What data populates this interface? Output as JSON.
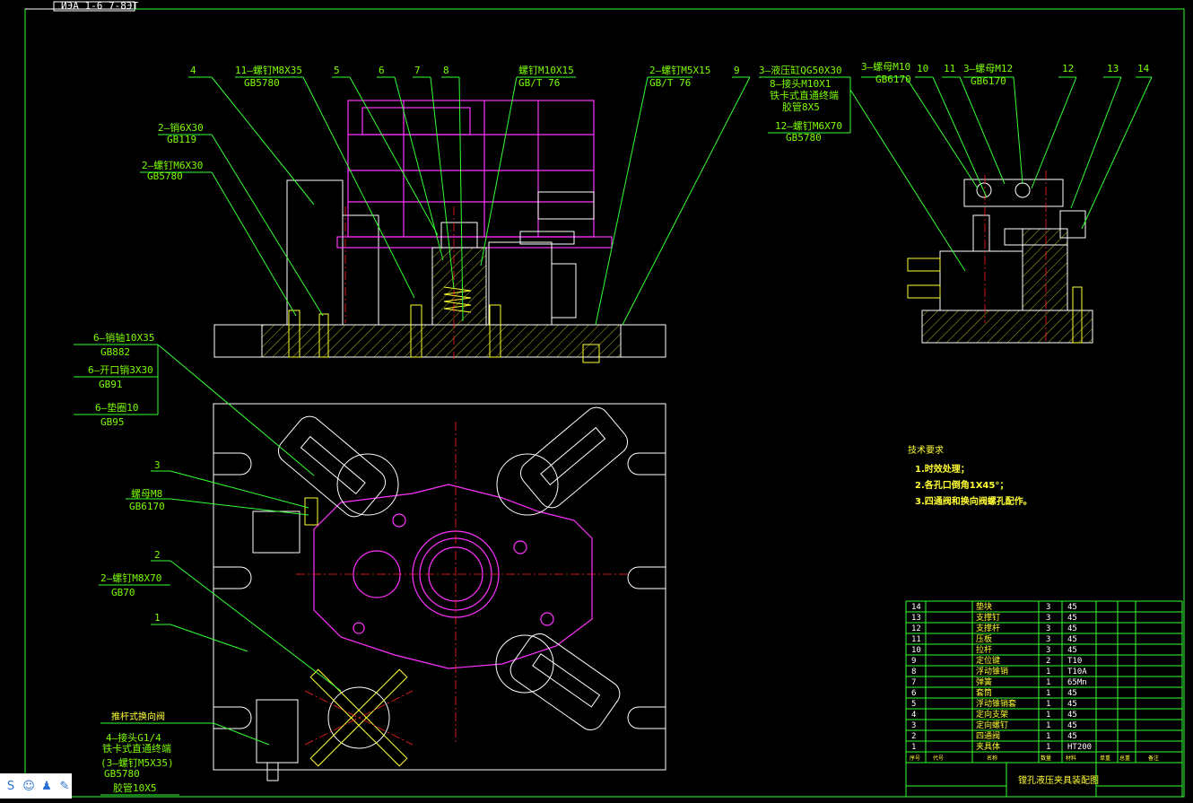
{
  "corner_mark": "ИЭА 1-6 7-8ЭТ",
  "callouts_top": [
    {
      "num": "4"
    },
    {
      "num": "11—螺钉M8X35",
      "sub": "GB5780"
    },
    {
      "num": "5"
    },
    {
      "num": "6"
    },
    {
      "num": "7"
    },
    {
      "num": "8"
    },
    {
      "num": "螺钉M10X15",
      "sub": "GB/T 76"
    },
    {
      "num": "2—螺钉M5X15",
      "sub": "GB/T 76"
    },
    {
      "num": "9"
    },
    {
      "num": "3—液压缸QG50X30"
    }
  ],
  "callouts_left_top": [
    {
      "num": "2—销6X30",
      "sub": "GB119"
    },
    {
      "num": "2—螺钉M6X30",
      "sub": "GB5780"
    }
  ],
  "callouts_cyl": [
    {
      "line": "8—接头M10X1"
    },
    {
      "line": "铁卡式直通终端"
    },
    {
      "line": "胶管8X5"
    },
    {
      "line": "12—螺钉M6X70"
    },
    {
      "line": "GB5780"
    }
  ],
  "callouts_right": [
    {
      "num": "3—螺母M10",
      "sub": "GB6170"
    },
    {
      "num": "10"
    },
    {
      "num": "11"
    },
    {
      "num": "3—螺母M12",
      "sub": "GB6170"
    },
    {
      "num": "12"
    },
    {
      "num": "13"
    },
    {
      "num": "14"
    }
  ],
  "callouts_left_mid": [
    {
      "num": "6—销轴10X35",
      "sub": "GB882"
    },
    {
      "num": "6—开口销3X30",
      "sub": "GB91"
    },
    {
      "num": "6—垫圈10",
      "sub": "GB95"
    },
    {
      "num": "3"
    },
    {
      "num": "螺母M8",
      "sub": "GB6170"
    },
    {
      "num": "2"
    },
    {
      "num": "2—螺钉M8X70",
      "sub": "GB70"
    },
    {
      "num": "1"
    }
  ],
  "callouts_left_bot": [
    {
      "line": "推杆式换向阀"
    },
    {
      "line": "4—接头G1/4"
    },
    {
      "line": "铁卡式直通终端"
    },
    {
      "line": "(3—螺钉M5X35)"
    },
    {
      "line": "GB5780"
    },
    {
      "line": "胶管10X5"
    }
  ],
  "tech_requirements": {
    "title": "技术要求",
    "items": [
      "1.时效处理；",
      "2.各孔口倒角1X45°；",
      "3.四通阀和换向阀螺孔配作。"
    ]
  },
  "bom": [
    {
      "no": "14",
      "name": "垫块",
      "qty": "3",
      "mat": "45"
    },
    {
      "no": "13",
      "name": "支撑钉",
      "qty": "3",
      "mat": "45"
    },
    {
      "no": "12",
      "name": "支撑杆",
      "qty": "3",
      "mat": "45"
    },
    {
      "no": "11",
      "name": "压板",
      "qty": "3",
      "mat": "45"
    },
    {
      "no": "10",
      "name": "拉杆",
      "qty": "3",
      "mat": "45"
    },
    {
      "no": "9",
      "name": "定位键",
      "qty": "2",
      "mat": "T10"
    },
    {
      "no": "8",
      "name": "浮动锥销",
      "qty": "1",
      "mat": "T10A"
    },
    {
      "no": "7",
      "name": "弹簧",
      "qty": "1",
      "mat": "65Mn"
    },
    {
      "no": "6",
      "name": "套筒",
      "qty": "1",
      "mat": "45"
    },
    {
      "no": "5",
      "name": "浮动锥销套",
      "qty": "1",
      "mat": "45"
    },
    {
      "no": "4",
      "name": "定向支架",
      "qty": "1",
      "mat": "45"
    },
    {
      "no": "3",
      "name": "定向螺钉",
      "qty": "1",
      "mat": "45"
    },
    {
      "no": "2",
      "name": "四通阀",
      "qty": "1",
      "mat": "45"
    },
    {
      "no": "1",
      "name": "夹具体",
      "qty": "1",
      "mat": "HT200"
    }
  ],
  "bom_header": [
    "序号",
    "代号",
    "名称",
    "数量",
    "材料",
    "单重",
    "总重",
    "备注"
  ],
  "title_block": {
    "title": "镗孔液压夹具装配图"
  },
  "taskbar": [
    {
      "icon": "ime-icon",
      "glyph": "S"
    },
    {
      "icon": "people-icon",
      "glyph": "☺"
    },
    {
      "icon": "shirt-icon",
      "glyph": "♟"
    },
    {
      "icon": "wrench-icon",
      "glyph": "✎"
    }
  ],
  "colors": {
    "background": "#000000",
    "frame": "#33ff33",
    "outline": "#ffffff",
    "workpiece": "#ff33ff",
    "centerline": "#ff2020",
    "text": "#ffff33"
  }
}
